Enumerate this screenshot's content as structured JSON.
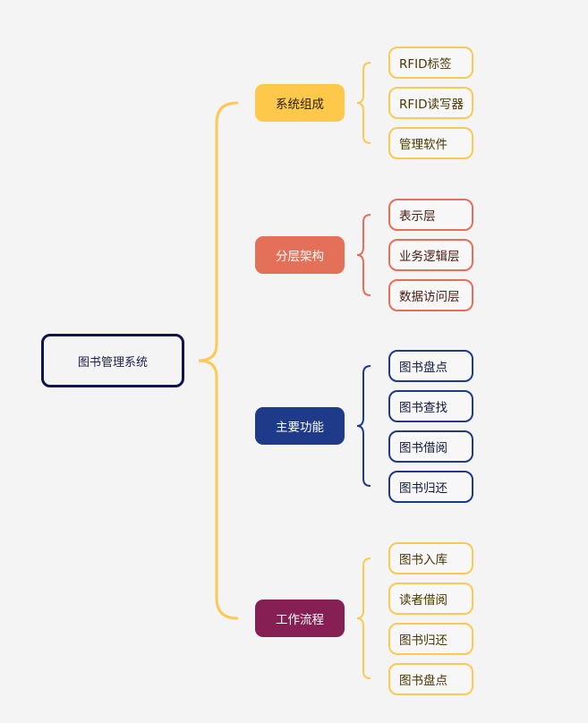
{
  "root": {
    "label": "图书管理系统",
    "border_color": "#0f1450"
  },
  "branches": [
    {
      "label": "系统组成",
      "color": "#fec84a",
      "text_color": "#2a2000",
      "leaf_border": "#fdc954",
      "leaf_text": "#4a3600",
      "children": [
        "RFID标签",
        "RFID读写器",
        "管理软件"
      ]
    },
    {
      "label": "分层架构",
      "color": "#e5705a",
      "text_color": "#ffffff",
      "leaf_border": "#e5705a",
      "leaf_text": "#4a1a10",
      "children": [
        "表示层",
        "业务逻辑层",
        "数据访问层"
      ]
    },
    {
      "label": "主要功能",
      "color": "#1f3a88",
      "text_color": "#ffffff",
      "leaf_border": "#1f3a88",
      "leaf_text": "#10183a",
      "children": [
        "图书盘点",
        "图书查找",
        "图书借阅",
        "图书归还"
      ]
    },
    {
      "label": "工作流程",
      "color": "#851f54",
      "text_color": "#ffffff",
      "leaf_border": "#fdc954",
      "leaf_text": "#4a3600",
      "children": [
        "图书入库",
        "读者借阅",
        "图书归还",
        "图书盘点"
      ]
    }
  ],
  "main_connector_color": "#fdc954"
}
